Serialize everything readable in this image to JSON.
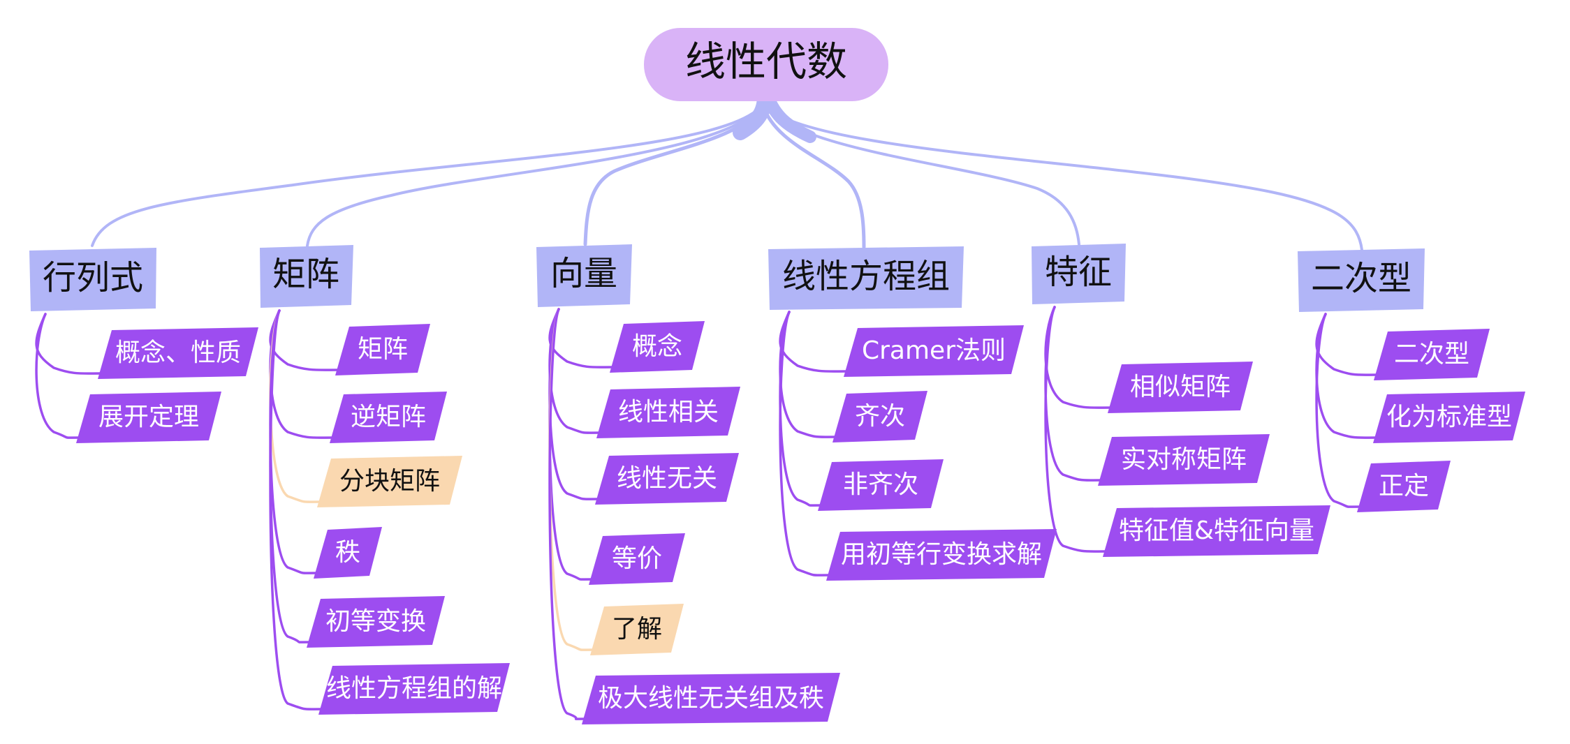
{
  "root": {
    "label": "线性代数"
  },
  "branches": [
    {
      "label": "行列式",
      "children": [
        {
          "label": "概念、性质"
        },
        {
          "label": "展开定理"
        }
      ]
    },
    {
      "label": "矩阵",
      "children": [
        {
          "label": "矩阵"
        },
        {
          "label": "逆矩阵"
        },
        {
          "label": "分块矩阵",
          "highlight": true
        },
        {
          "label": "秩"
        },
        {
          "label": "初等变换"
        },
        {
          "label": "线性方程组的解"
        }
      ]
    },
    {
      "label": "向量",
      "children": [
        {
          "label": "概念"
        },
        {
          "label": "线性相关"
        },
        {
          "label": "线性无关"
        },
        {
          "label": "等价"
        },
        {
          "label": "了解",
          "highlight": true
        },
        {
          "label": "极大线性无关组及秩"
        }
      ]
    },
    {
      "label": "线性方程组",
      "children": [
        {
          "label": "Cramer法则"
        },
        {
          "label": "齐次"
        },
        {
          "label": "非齐次"
        },
        {
          "label": "用初等行变换求解"
        }
      ]
    },
    {
      "label": "特征",
      "children": [
        {
          "label": "相似矩阵"
        },
        {
          "label": "实对称矩阵"
        },
        {
          "label": "特征值&特征向量"
        }
      ]
    },
    {
      "label": "二次型",
      "children": [
        {
          "label": "二次型"
        },
        {
          "label": "化为标准型"
        },
        {
          "label": "正定"
        }
      ]
    }
  ],
  "colors": {
    "root_fill": "#d9b3f7",
    "branch_fill": "#b1b5f7",
    "connector": "#b1b5f7",
    "leaf_fill": "#9d4df0",
    "leaf_line": "#9d4df0",
    "highlight_fill": "#fad8b0",
    "highlight_line": "#fad8b0",
    "leaf_text": "#ffffff",
    "dark_text": "#111111"
  }
}
